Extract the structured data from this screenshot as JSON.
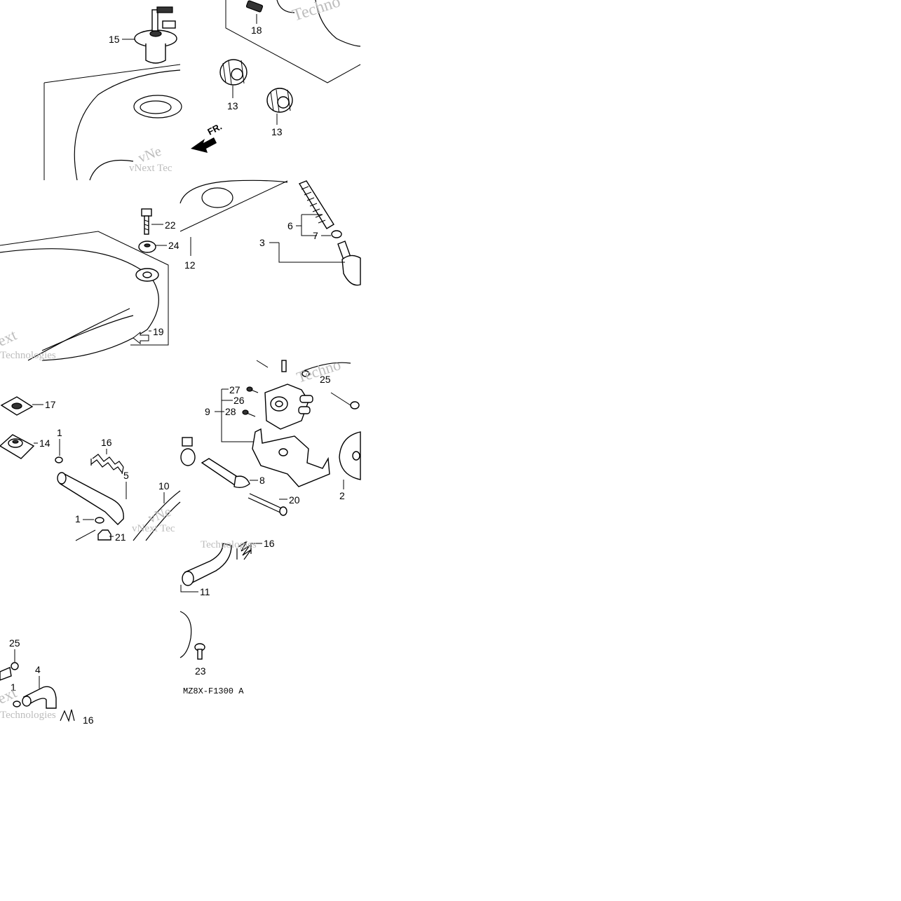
{
  "diagram": {
    "drawing_code": "MZ8X-F1300 A",
    "front_indicator": "FR.",
    "watermarks": [
      "Techno",
      "vNext Tec",
      "vNe",
      "ext",
      "Technologies",
      "vNext Tec",
      "vNe",
      "Technologies",
      "Techno",
      "ext",
      "Technologies"
    ],
    "callouts": {
      "c15": "15",
      "c18": "18",
      "c13a": "13",
      "c13b": "13",
      "c22": "22",
      "c24": "24",
      "c12": "12",
      "c6": "6",
      "c7": "7",
      "c3": "3",
      "c19": "19",
      "c17": "17",
      "c14": "14",
      "c1a": "1",
      "c16a": "16",
      "c5": "5",
      "c10": "10",
      "c1b": "1",
      "c21": "21",
      "c25a": "25",
      "c27": "27",
      "c26": "26",
      "c9": "9",
      "c28": "28",
      "c8": "8",
      "c20": "20",
      "c2": "2",
      "c16b": "16",
      "c11": "11",
      "c25b": "25",
      "c4": "4",
      "c1c": "1",
      "c16c": "16",
      "c23": "23"
    }
  }
}
